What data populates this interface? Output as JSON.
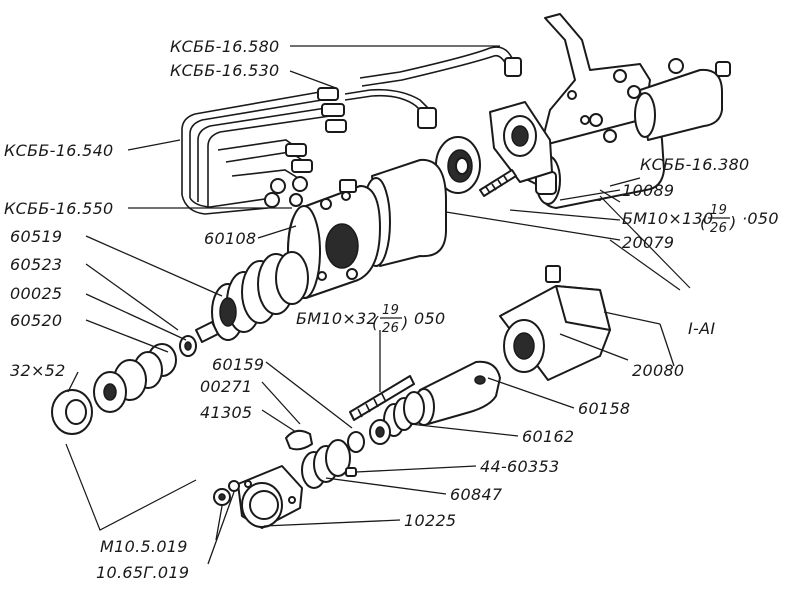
{
  "labels": {
    "ksbb_16_580": "КСББ-16.580",
    "ksbb_16_530": "КСББ-16.530",
    "ksbb_16_540": "КСББ-16.540",
    "ksbb_16_550": "КСББ-16.550",
    "ksbb_16_380": "КСББ-16.380",
    "p60519": "60519",
    "p60523": "60523",
    "p00025": "00025",
    "p60520": "60520",
    "p32x52": "32×52",
    "p60108": "60108",
    "p10089": "10089",
    "bolt_long": "БМ10×130",
    "bolt_long_num": "19",
    "bolt_long_den": "26",
    "bolt_long_suffix": "·050",
    "p20079": "20079",
    "section": "I-AI",
    "p20080": "20080",
    "bolt_short": "БМ10×32",
    "bolt_short_num": "19",
    "bolt_short_den": "26",
    "bolt_short_suffix": "050",
    "p60159": "60159",
    "p00271": "00271",
    "p41305": "41305",
    "p60158": "60158",
    "p60162": "60162",
    "p44_60353": "44-60353",
    "p60847": "60847",
    "p10225": "10225",
    "m10": "M10.5.019",
    "p10_65g": "10.65Г.019"
  }
}
